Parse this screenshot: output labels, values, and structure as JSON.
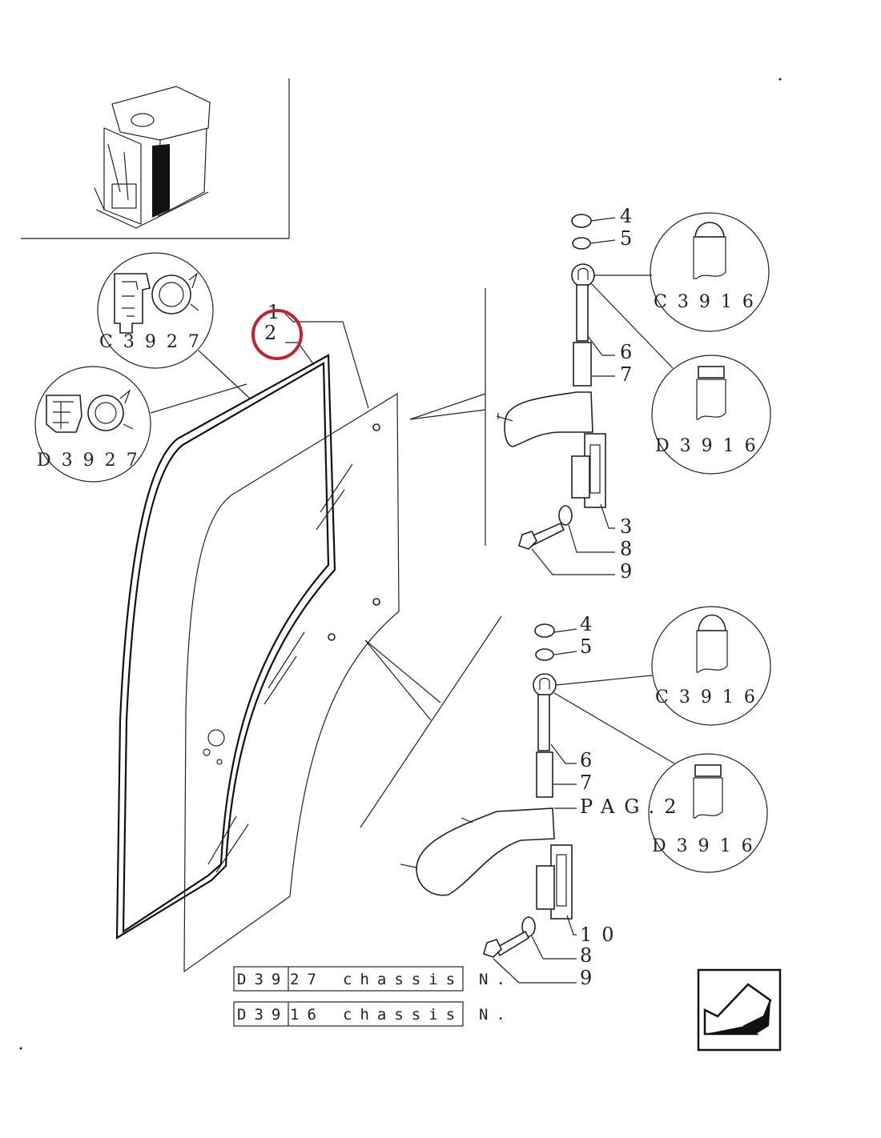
{
  "reference_codes": {
    "seal_c": "C3927",
    "seal_d": "D3927",
    "hinge_c_top": "C3916",
    "hinge_d_top": "D3916",
    "hinge_c_bottom": "C3916",
    "hinge_d_bottom": "D3916"
  },
  "part_numbers": {
    "p1": "1",
    "p2": "2",
    "top_4": "4",
    "top_5": "5",
    "top_6": "6",
    "top_7": "7",
    "top_3": "3",
    "top_8": "8",
    "top_9": "9",
    "bot_4": "4",
    "bot_5": "5",
    "bot_6": "6",
    "bot_7": "7",
    "bot_10": "10",
    "bot_8": "8",
    "bot_9": "9"
  },
  "page_ref": "PAG.2",
  "chassis_table": {
    "rows": [
      {
        "prefix": "D39",
        "suffix": "27",
        "word": "chassis",
        "no": "N."
      },
      {
        "prefix": "D39",
        "suffix": "16",
        "word": "chassis",
        "no": "N."
      }
    ]
  },
  "highlight_color": "#c0242f"
}
